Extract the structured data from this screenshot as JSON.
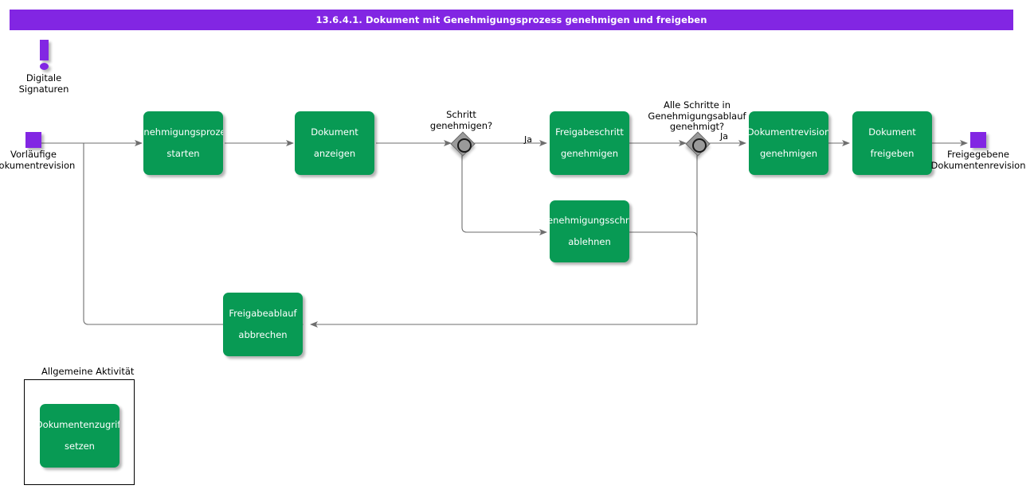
{
  "header": {
    "title": "13.6.4.1. Dokument mit Genehmigungsprozess genehmigen und freigeben",
    "bg_color": "#8226E3",
    "text_color": "#ffffff"
  },
  "theme": {
    "activity_color": "#089A54",
    "activity_text_color": "#ffffff",
    "datanode_color": "#8226E3",
    "gateway_color": "#9A9A9A",
    "connector_color": "#6e6e6e",
    "canvas_bg": "#ffffff"
  },
  "diagram": {
    "type": "flowchart",
    "notation": "BPMN-like approval workflow",
    "signature_marker": {
      "icon": "exclamation-marker",
      "label_line1": "Digitale",
      "label_line2": "Signaturen"
    },
    "start_node": {
      "icon": "data-object",
      "label_line1": "Vorläufige",
      "label_line2": "Dokumentrevision"
    },
    "end_node": {
      "icon": "data-object",
      "label_line1": "Freigegebene",
      "label_line2": "Dokumentenrevision"
    },
    "activities": [
      {
        "id": "start-approval",
        "line1": "Genehmigungsprozess",
        "line2": "starten",
        "clipped": true
      },
      {
        "id": "show-document",
        "line1": "Dokument",
        "line2": "anzeigen",
        "clipped": false
      },
      {
        "id": "approve-step",
        "line1": "Freigabeschritt",
        "line2": "genehmigen",
        "clipped": false
      },
      {
        "id": "reject-step",
        "line1": "Genehmigungsschritt",
        "line2": "ablehnen",
        "clipped": true
      },
      {
        "id": "approve-revision",
        "line1": "Dokumentrevision",
        "line2": "genehmigen",
        "clipped": false
      },
      {
        "id": "release-document",
        "line1": "Dokument",
        "line2": "freigeben",
        "clipped": false
      },
      {
        "id": "cancel-workflow",
        "line1": "Freigabeablauf",
        "line2": "abbrechen",
        "clipped": false
      }
    ],
    "gateways": [
      {
        "id": "gw-step-approved",
        "label_line1": "Schritt",
        "label_line2": "genehmigen?",
        "label_line3": "",
        "yes_label": "Ja"
      },
      {
        "id": "gw-all-steps-approved",
        "label_line1": "Alle Schritte in",
        "label_line2": "Genehmigungsablauf",
        "label_line3": "genehmigt?",
        "yes_label": "Ja"
      }
    ],
    "legend": {
      "title": "Allgemeine Aktivität",
      "activity": {
        "line1": "Dokumentenzugriff",
        "line2": "setzen",
        "clipped": true
      }
    }
  }
}
